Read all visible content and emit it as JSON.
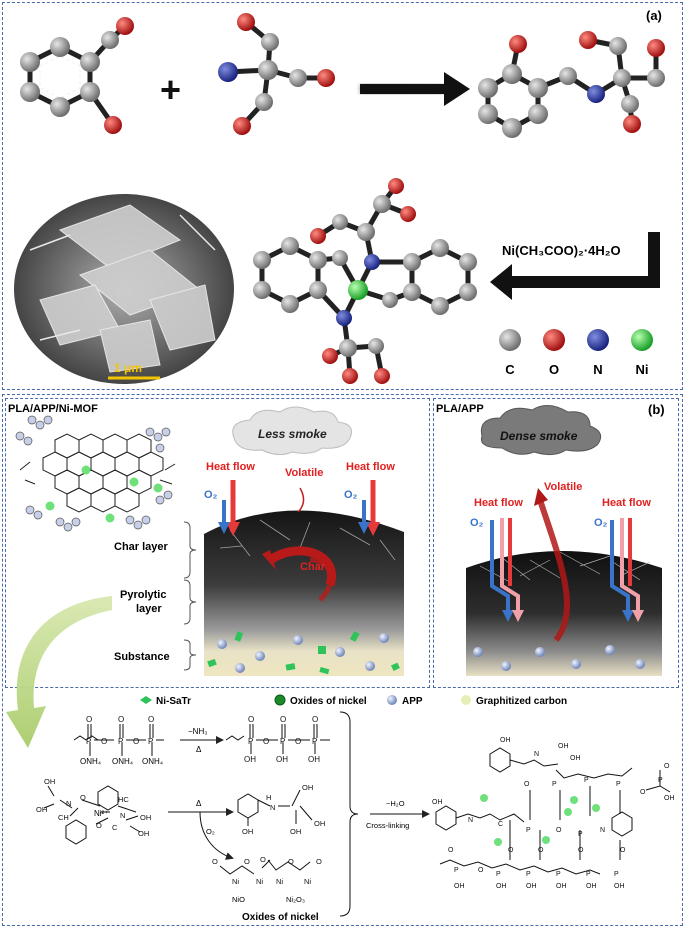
{
  "panel_a": {
    "label": "(a)",
    "scale_bar": "1 μm",
    "reagent": "Ni(CH₃COO)₂·4H₂O",
    "legend": [
      {
        "symbol": "C",
        "color": "#8c8c8c"
      },
      {
        "symbol": "O",
        "color": "#c8201c"
      },
      {
        "symbol": "N",
        "color": "#2a3aa0"
      },
      {
        "symbol": "Ni",
        "color": "#2ecc40"
      }
    ]
  },
  "panel_b": {
    "label": "(b)",
    "left": {
      "title": "PLA/APP/Ni-MOF",
      "cloud": "Less smoke",
      "heat_flow_left": "Heat flow",
      "heat_flow_right": "Heat flow",
      "volatile": "Volatile",
      "o2_left": "O₂",
      "o2_right": "O₂",
      "char": "Char",
      "layer_char": "Char layer",
      "layer_pyro_1": "Pyrolytic",
      "layer_pyro_2": "layer",
      "layer_sub": "Substance"
    },
    "right": {
      "title": "PLA/APP",
      "cloud": "Dense smoke",
      "heat_flow_left": "Heat flow",
      "heat_flow_right": "Heat flow",
      "volatile": "Volatile",
      "o2_left": "O₂",
      "o2_right": "O₂"
    }
  },
  "legend_b": [
    {
      "label": "Ni-SaTr",
      "color": "#2fc45a"
    },
    {
      "label": "Oxides of nickel",
      "color": "#1a8a2a"
    },
    {
      "label": "APP",
      "color": "#9fb4d8"
    },
    {
      "label": "Graphitized carbon",
      "color": "#e6efb8"
    }
  ],
  "scheme": {
    "app_cond_top": "−NH₃",
    "app_cond_bottom": "Δ",
    "nh4": "ONH₄",
    "ni_center": "Ni²⁺",
    "delta": "Δ",
    "o2": "O₂",
    "nio": "NiO",
    "ni2o3": "Ni₂O₃",
    "oxides_caption": "Oxides of nickel",
    "crosslink_top": "−H₂O",
    "crosslink_bottom": "Cross-linking"
  }
}
